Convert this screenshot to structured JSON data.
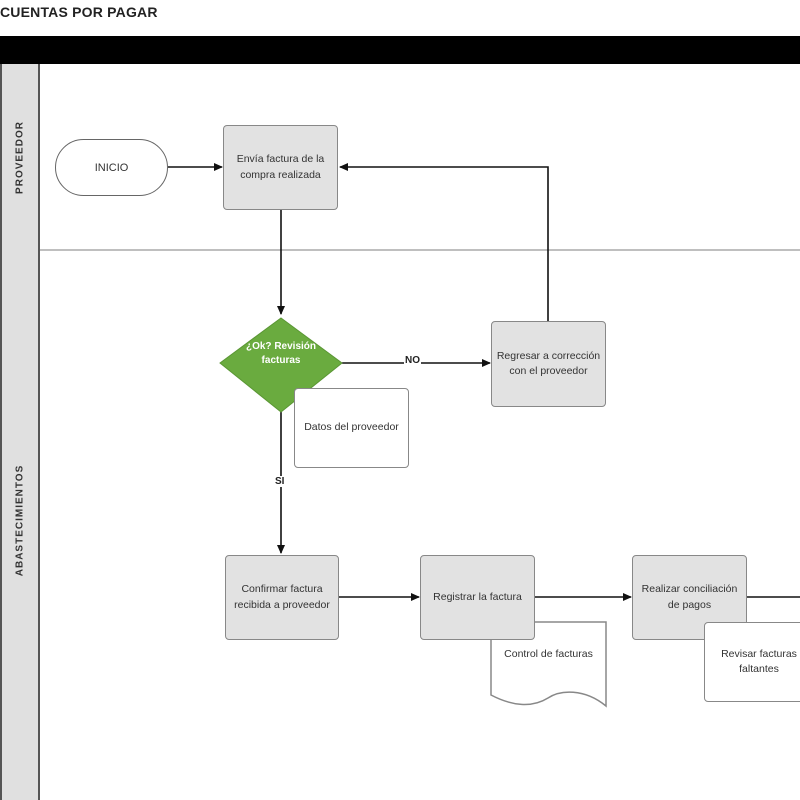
{
  "title": "CUENTAS POR PAGAR",
  "lanes": {
    "proveedor": "PROVEEDOR",
    "abastecimientos": "ABASTECIMIENTOS"
  },
  "nodes": {
    "inicio": "INICIO",
    "envia_factura": "Envía factura de la compra realizada",
    "decision": "¿Ok? Revisión facturas",
    "regresar": "Regresar a corrección con el proveedor",
    "datos_proveedor": "Datos del proveedor",
    "confirmar_factura": "Confirmar factura recibida a proveedor",
    "registrar_factura": "Registrar la factura",
    "control_facturas": "Control de facturas",
    "realizar_conciliacion": "Realizar conciliación de pagos",
    "revisar_facturas": "Revisar facturas faltantes"
  },
  "edges": {
    "no": "NO",
    "si": "SI"
  },
  "colors": {
    "decision_fill": "#6aab3f",
    "box_fill": "#e2e2e2",
    "header_bar": "#000000"
  }
}
